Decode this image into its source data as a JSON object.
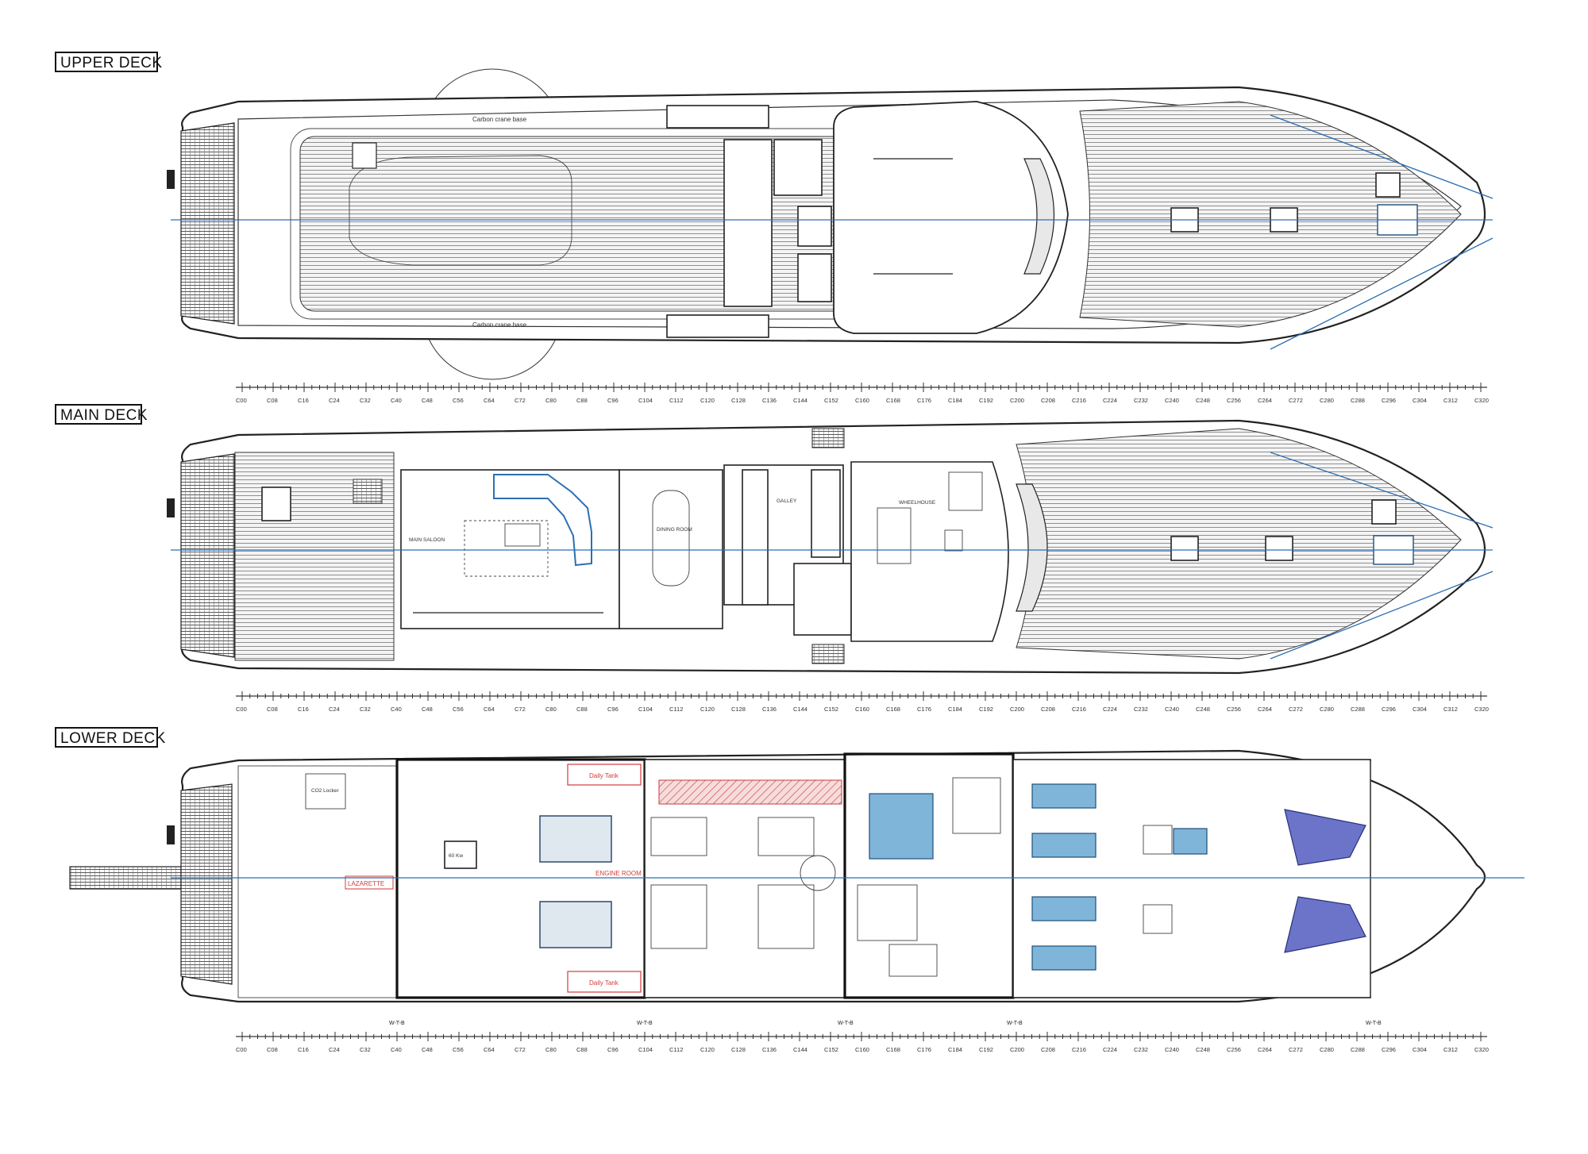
{
  "decks": [
    {
      "id": "upper",
      "label": "UPPER DECK"
    },
    {
      "id": "main",
      "label": "MAIN DECK"
    },
    {
      "id": "lower",
      "label": "LOWER DECK"
    }
  ],
  "upper_deck": {
    "crane_label_top": "Carbon crane base",
    "crane_label_bottom": "Carbon crane base"
  },
  "main_deck": {
    "rooms": {
      "main_saloon": "MAIN SALOON",
      "dining_room": "DINING ROOM",
      "galley": "GALLEY",
      "wheelhouse": "WHEELHOUSE"
    }
  },
  "lower_deck": {
    "labels": {
      "co2_locker": "CO2 Locker",
      "lazarette": "LAZARETTE",
      "daily_tank_top": "Daily Tank",
      "daily_tank_bottom": "Daily Tank",
      "engine_room": "ENGINE ROOM",
      "genset": "60 Kw"
    },
    "wtb_label": "W-T-B"
  },
  "ruler_ticks": [
    "C00",
    "C08",
    "C16",
    "C24",
    "C32",
    "C40",
    "C48",
    "C56",
    "C64",
    "C72",
    "C80",
    "C88",
    "C96",
    "C104",
    "C112",
    "C120",
    "C128",
    "C136",
    "C144",
    "C152",
    "C160",
    "C168",
    "C176",
    "C184",
    "C192",
    "C200",
    "C208",
    "C216",
    "C224",
    "C232",
    "C240",
    "C248",
    "C256",
    "C264",
    "C272",
    "C280",
    "C288",
    "C296",
    "C304",
    "C312",
    "C320"
  ],
  "colors": {
    "centerline": "#2c6fb3",
    "red": "#d23b3b",
    "bed": "#7fb5d8"
  }
}
